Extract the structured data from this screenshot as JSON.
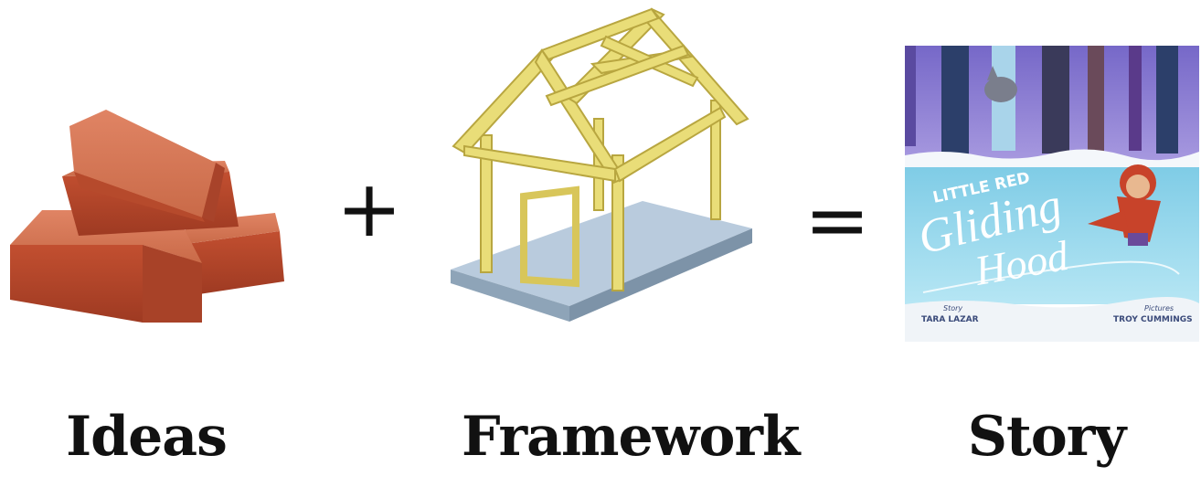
{
  "equation": {
    "operators": {
      "plus": "+",
      "equals": "="
    },
    "items": [
      {
        "caption": "Ideas",
        "image": "bricks-icon"
      },
      {
        "caption": "Framework",
        "image": "house-frame-icon"
      },
      {
        "caption": "Story",
        "image": "book-cover-image"
      }
    ]
  },
  "book_cover": {
    "title_line1": "LITTLE RED",
    "title_line2": "Gliding",
    "title_line3": "Hood",
    "story_label": "Story",
    "author": "TARA LAZAR",
    "pictures_label": "Pictures",
    "illustrator": "TROY CUMMINGS"
  },
  "colors": {
    "brick": "#c85a3a",
    "frame": "#e8d870",
    "platform": "#a8bdd0",
    "cover_sky": "#7a6fc8",
    "cover_ice": "#8fd4e8"
  }
}
